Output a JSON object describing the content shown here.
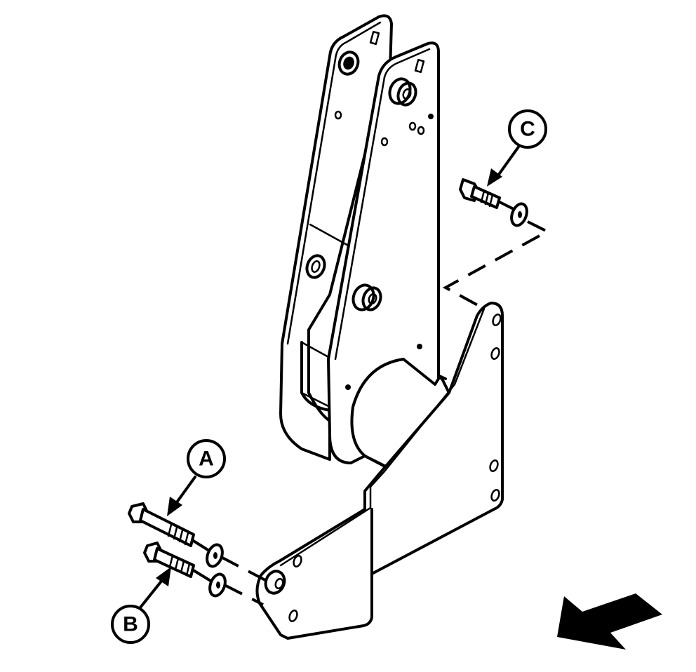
{
  "diagram": {
    "type": "exploded-assembly-line-drawing",
    "background": "#ffffff",
    "stroke_color": "#000000",
    "callouts": [
      {
        "id": "A",
        "label": "A",
        "target": "upper-bolt-lower-bracket"
      },
      {
        "id": "B",
        "label": "B",
        "target": "lower-bolt-lower-bracket"
      },
      {
        "id": "C",
        "label": "C",
        "target": "bolt-upper-right"
      }
    ],
    "parts": [
      "rear-arm-plate",
      "front-arm-plate",
      "bushings",
      "mounting-bracket",
      "cylinder-spacer",
      "bolt-with-washer-A",
      "bolt-with-washer-B",
      "bolt-with-washer-C"
    ],
    "direction_arrow": {
      "icon": "view-direction-arrow",
      "points": "lower-left"
    }
  }
}
